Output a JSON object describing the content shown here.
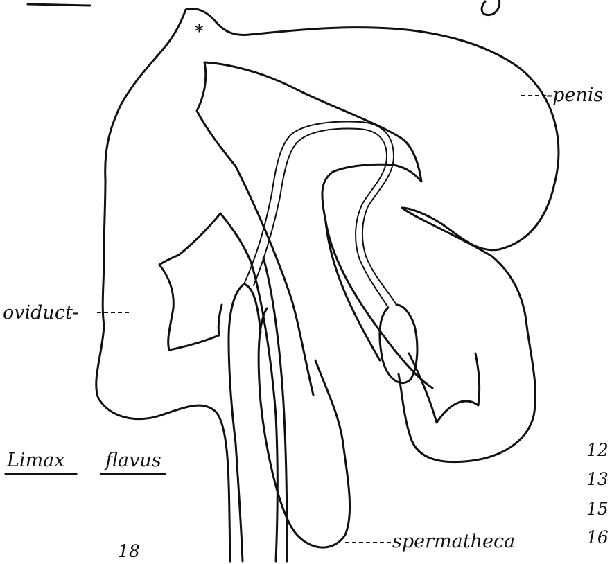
{
  "figure": {
    "labels": {
      "penis": "-penis",
      "oviduct": "oviduct-",
      "spermatheca": "spermatheca",
      "species_genus": "Limax",
      "species_epithet": "flavus",
      "figure_number": "18"
    },
    "margin_numbers": [
      "12",
      "13",
      "15",
      "16"
    ],
    "asterisk": "*"
  }
}
